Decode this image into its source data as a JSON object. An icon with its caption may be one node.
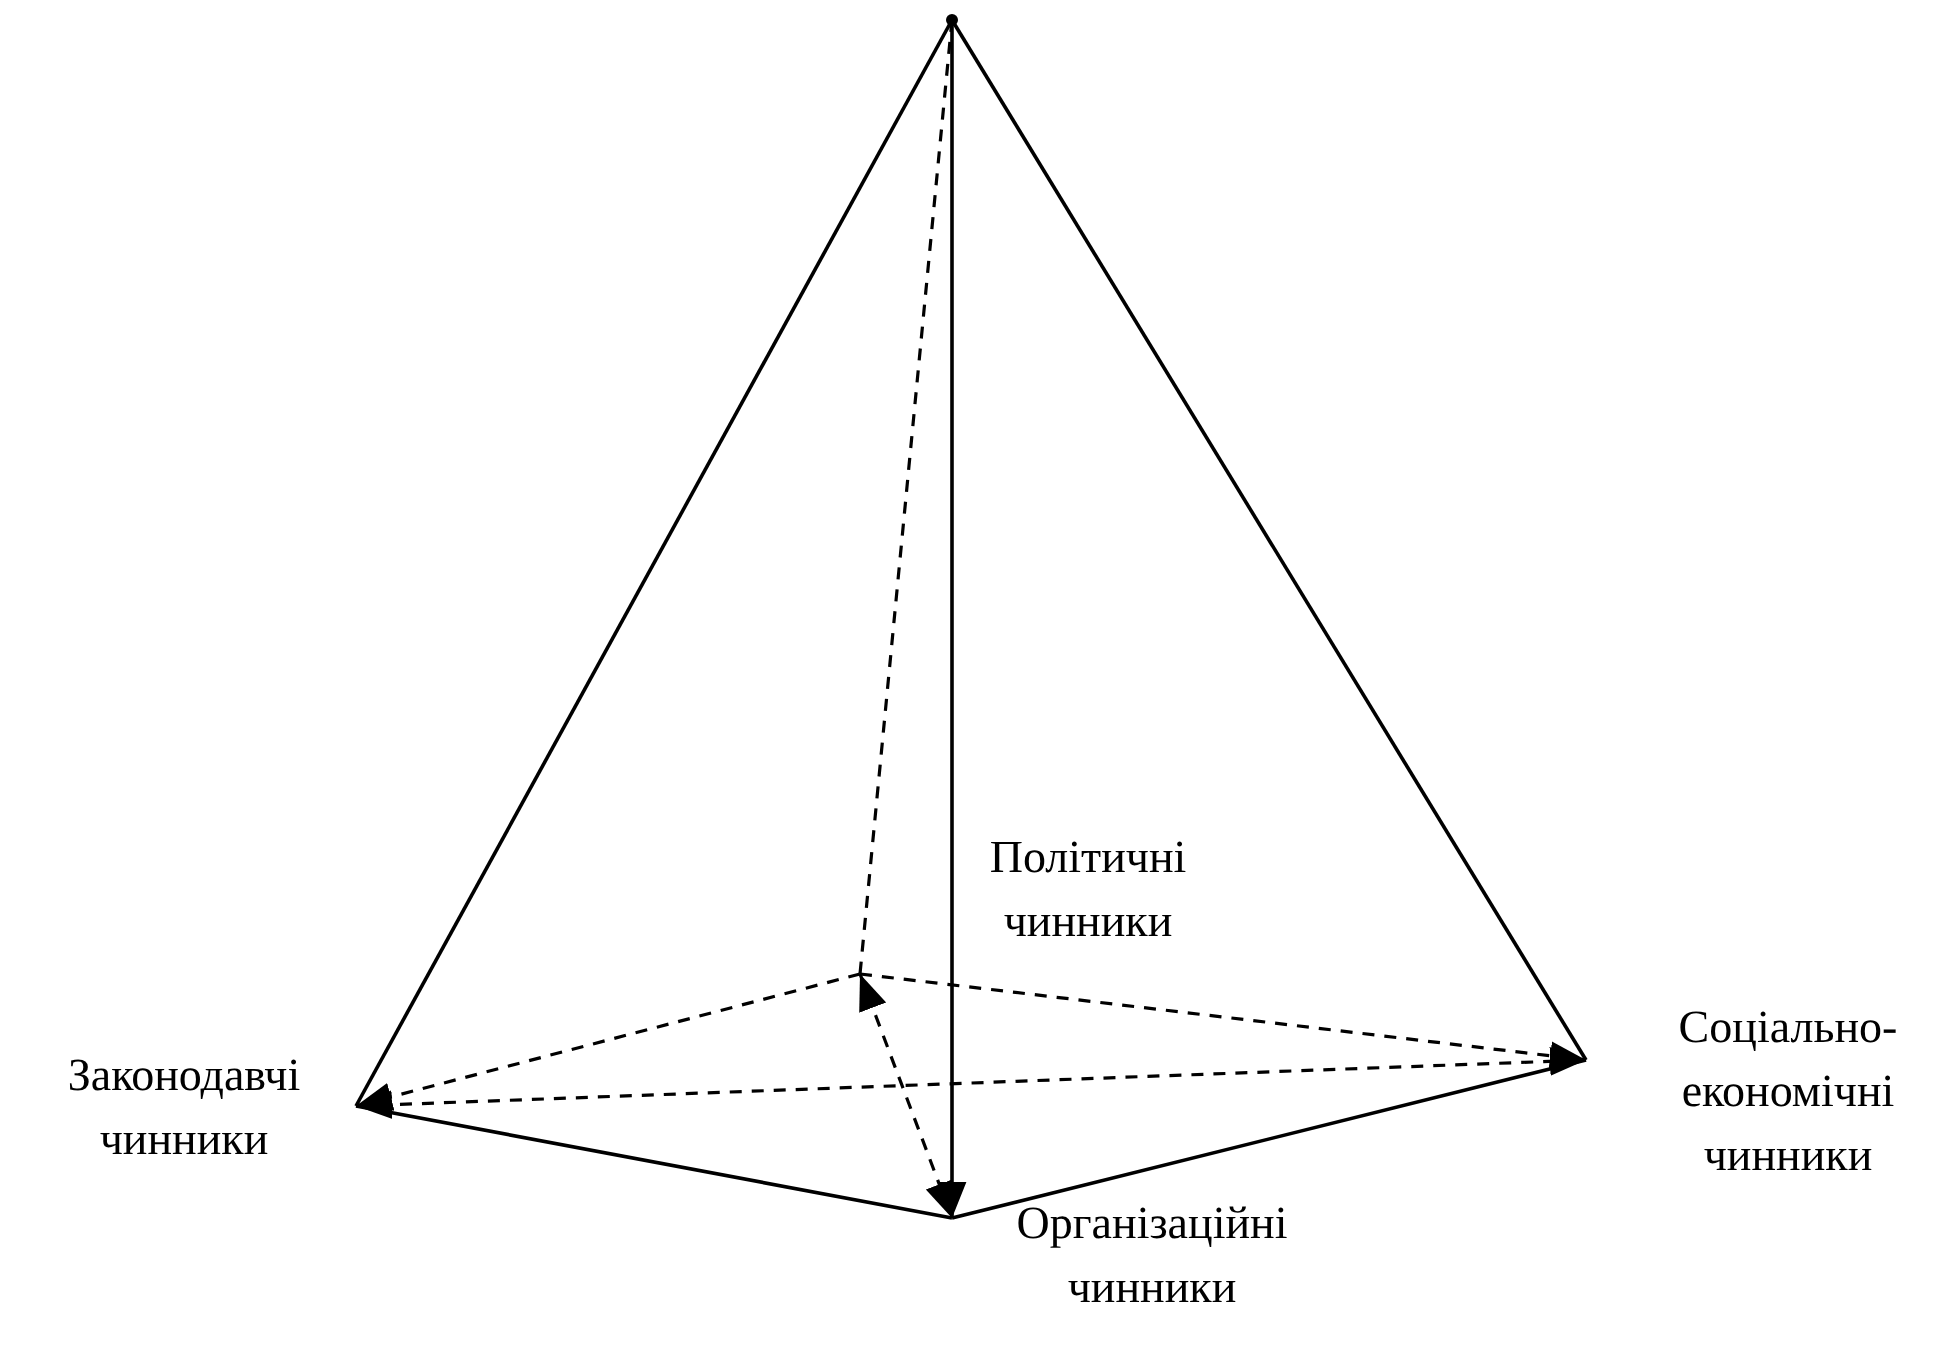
{
  "diagram": {
    "nodes": [
      {
        "text": [],
        "shape": "point"
      },
      {
        "text": [
          "Політичні чинники"
        ]
      },
      {
        "text": [
          "Законодавчі чинники"
        ]
      },
      {
        "text": [
          "Соціально-економічні чинники"
        ]
      },
      {
        "text": [
          "Організаційні чинники"
        ]
      }
    ],
    "edges": [
      {
        "from": 0,
        "to": 2,
        "arrow": "none"
      },
      {
        "from": 0,
        "to": 3,
        "arrow": "none"
      },
      {
        "from": 0,
        "to": 4,
        "arrow": "to"
      },
      {
        "from": 2,
        "to": 4,
        "arrow": "none"
      },
      {
        "from": 4,
        "to": 3,
        "arrow": "none"
      },
      {
        "from": 0,
        "to": 1,
        "arrow": "none",
        "style": "dashed"
      },
      {
        "from": 1,
        "to": 2,
        "arrow": "to",
        "style": "dashed"
      },
      {
        "from": 1,
        "to": 3,
        "arrow": "to",
        "style": "dashed"
      },
      {
        "from": 2,
        "to": 3,
        "arrow": "both",
        "style": "dashed"
      },
      {
        "from": 1,
        "to": 4,
        "arrow": "both",
        "style": "dashed"
      }
    ]
  }
}
